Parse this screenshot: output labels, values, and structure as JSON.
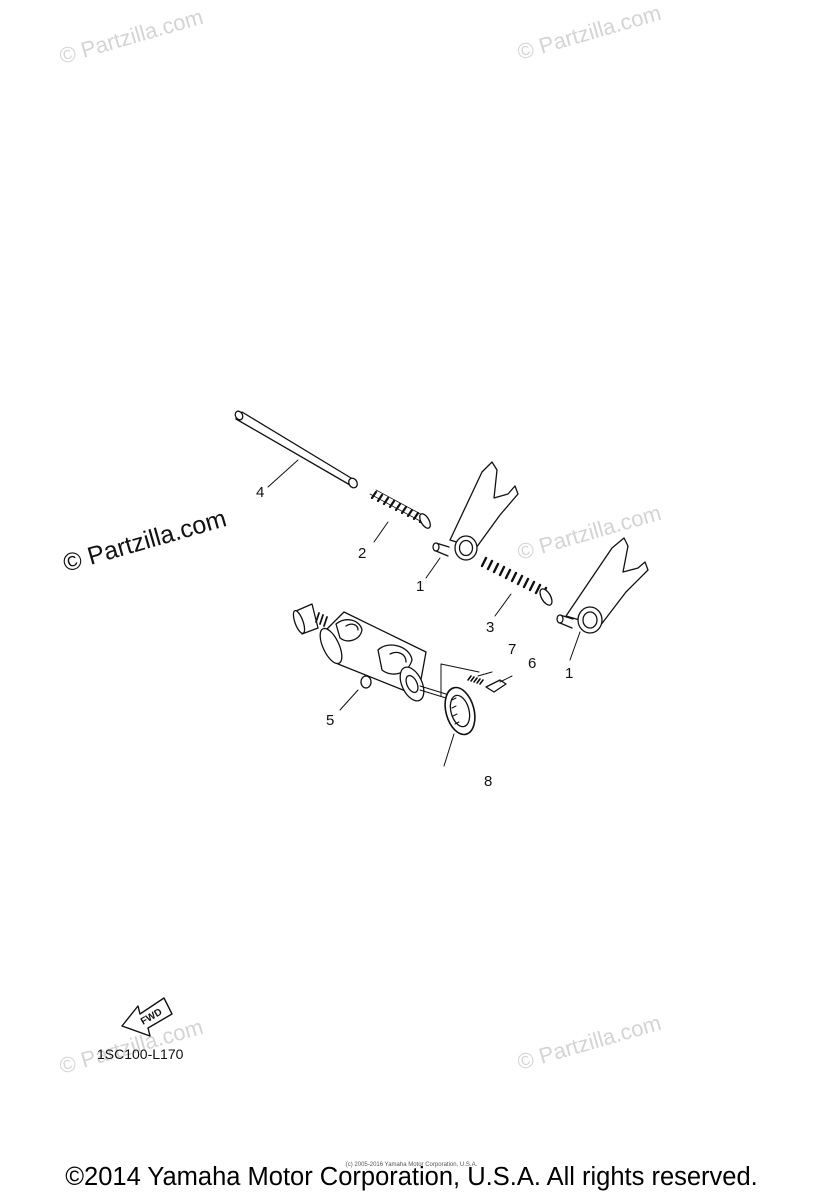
{
  "diagram": {
    "callouts": [
      "4",
      "2",
      "1",
      "3",
      "1",
      "7",
      "6",
      "5",
      "8"
    ],
    "diagram_code": "1SC100-L170",
    "fwd_label": "FWD"
  },
  "watermark": {
    "text": "© Partzilla.com"
  },
  "footer": {
    "small_credit": "(c) 2005-2016 Yamaha Motor Corporation, U.S.A.",
    "copyright": "©2014 Yamaha Motor Corporation, U.S.A. All rights reserved."
  },
  "colors": {
    "ink": "#111111",
    "watermark": "#d4d4d4",
    "background": "#ffffff"
  }
}
